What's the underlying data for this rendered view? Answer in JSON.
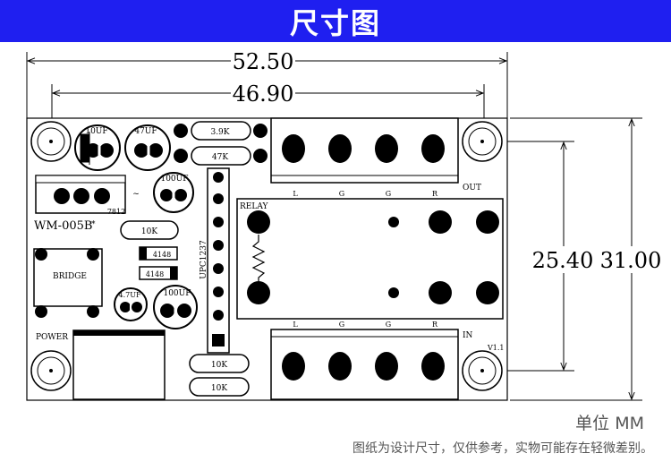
{
  "title": "尺寸图",
  "dims": {
    "width_outer": "52.50",
    "width_inner": "46.90",
    "height_inner": "25.40",
    "height_outer": "31.00"
  },
  "labels": {
    "cap1": "10UF",
    "cap2": "47UF",
    "cap3": "100UF",
    "cap4": "4.7UF",
    "cap5": "100UF",
    "res1": "3.9K",
    "res2": "47K",
    "res3": "10K",
    "res4": "10K",
    "res5": "10K",
    "reg": "7812",
    "model": "WM-005B",
    "model_star": "*",
    "bridge": "BRIDGE",
    "diode1": "4148",
    "diode2": "4148",
    "ic": "UPC1237",
    "relay": "RELAY",
    "power": "POWER",
    "out": "OUT",
    "in": "IN",
    "version": "V1.1",
    "pin_l1": "L",
    "pin_g1": "G",
    "pin_g2": "G",
    "pin_r1": "R",
    "pin_l2": "L",
    "pin_g3": "G",
    "pin_g4": "G",
    "pin_r2": "R",
    "tilde": "~"
  },
  "footer": {
    "unit": "单位 MM",
    "note": "图纸为设计尺寸，仅供参考，实物可能存在轻微差别。"
  }
}
